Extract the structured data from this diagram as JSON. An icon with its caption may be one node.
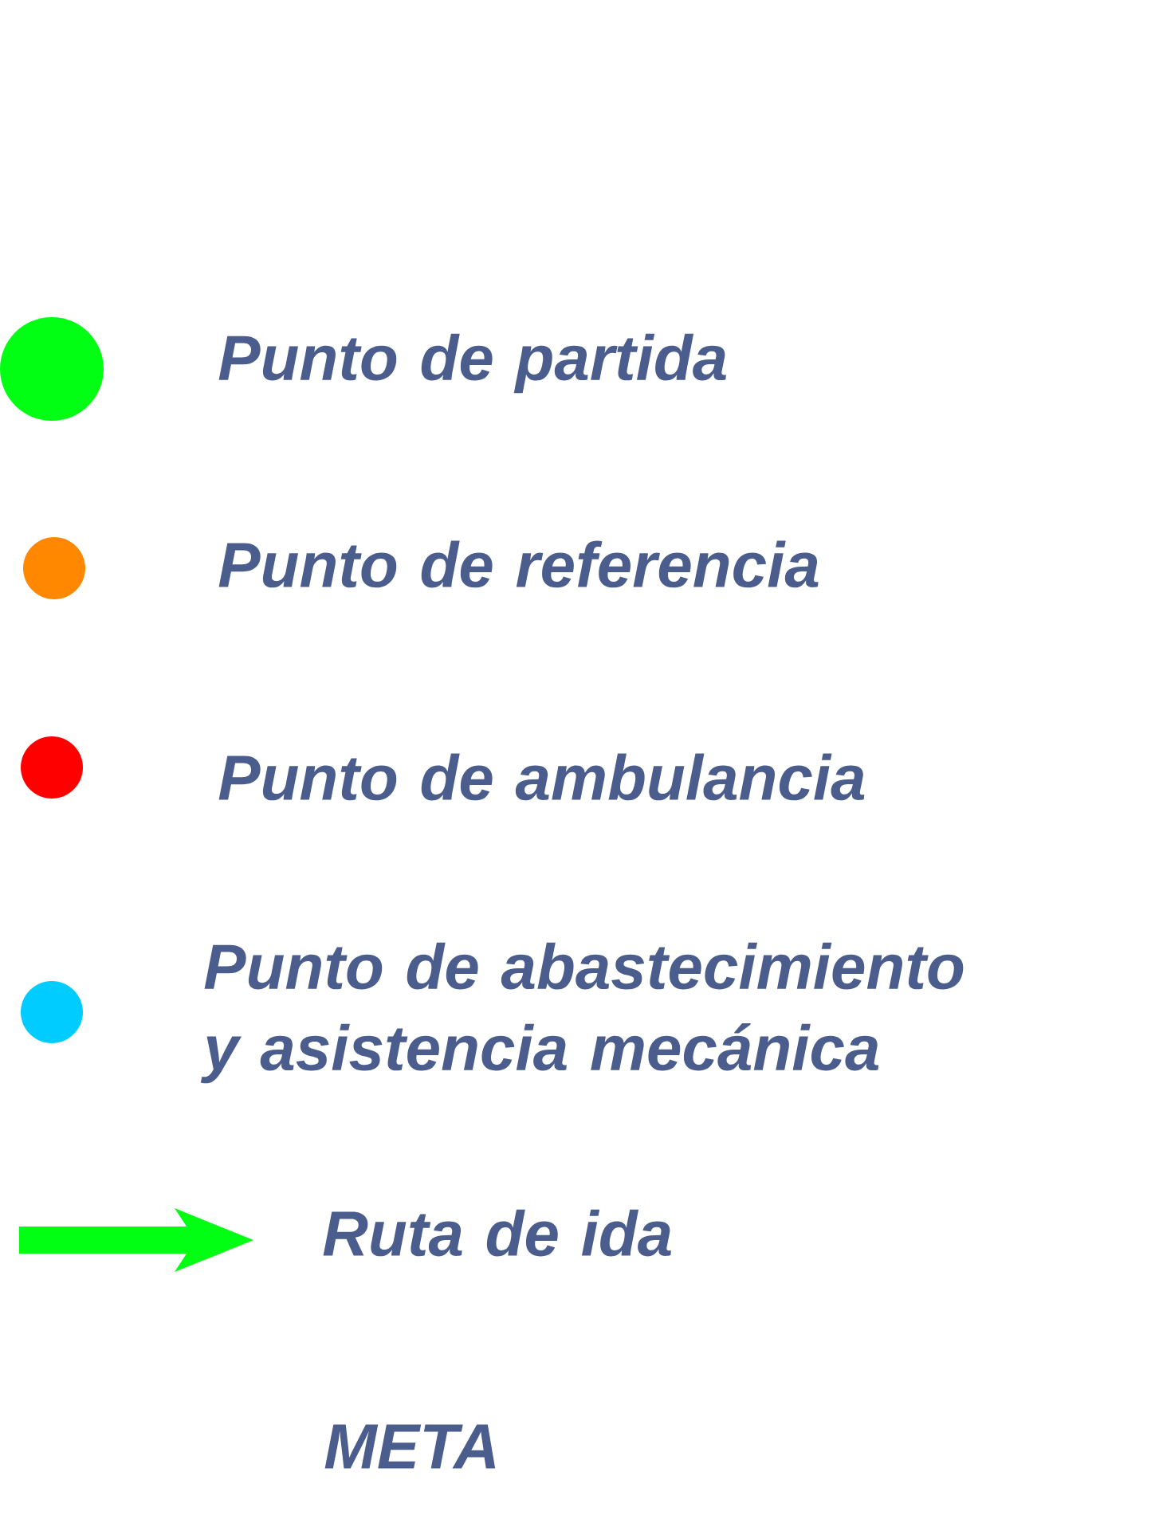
{
  "diagram": {
    "legend": [
      {
        "text": "Punto de partida",
        "color": "#00ff12"
      },
      {
        "text": "Punto de referencia",
        "color": "#ff8800"
      },
      {
        "text": "Punto de ambulancia",
        "color": "#ff0000"
      },
      {
        "text": "Punto de abastecimiento y asistencia mecánica",
        "color": "#00ccff"
      },
      {
        "text": "Ruta de ida"
      }
    ],
    "labels": [
      "META"
    ]
  }
}
